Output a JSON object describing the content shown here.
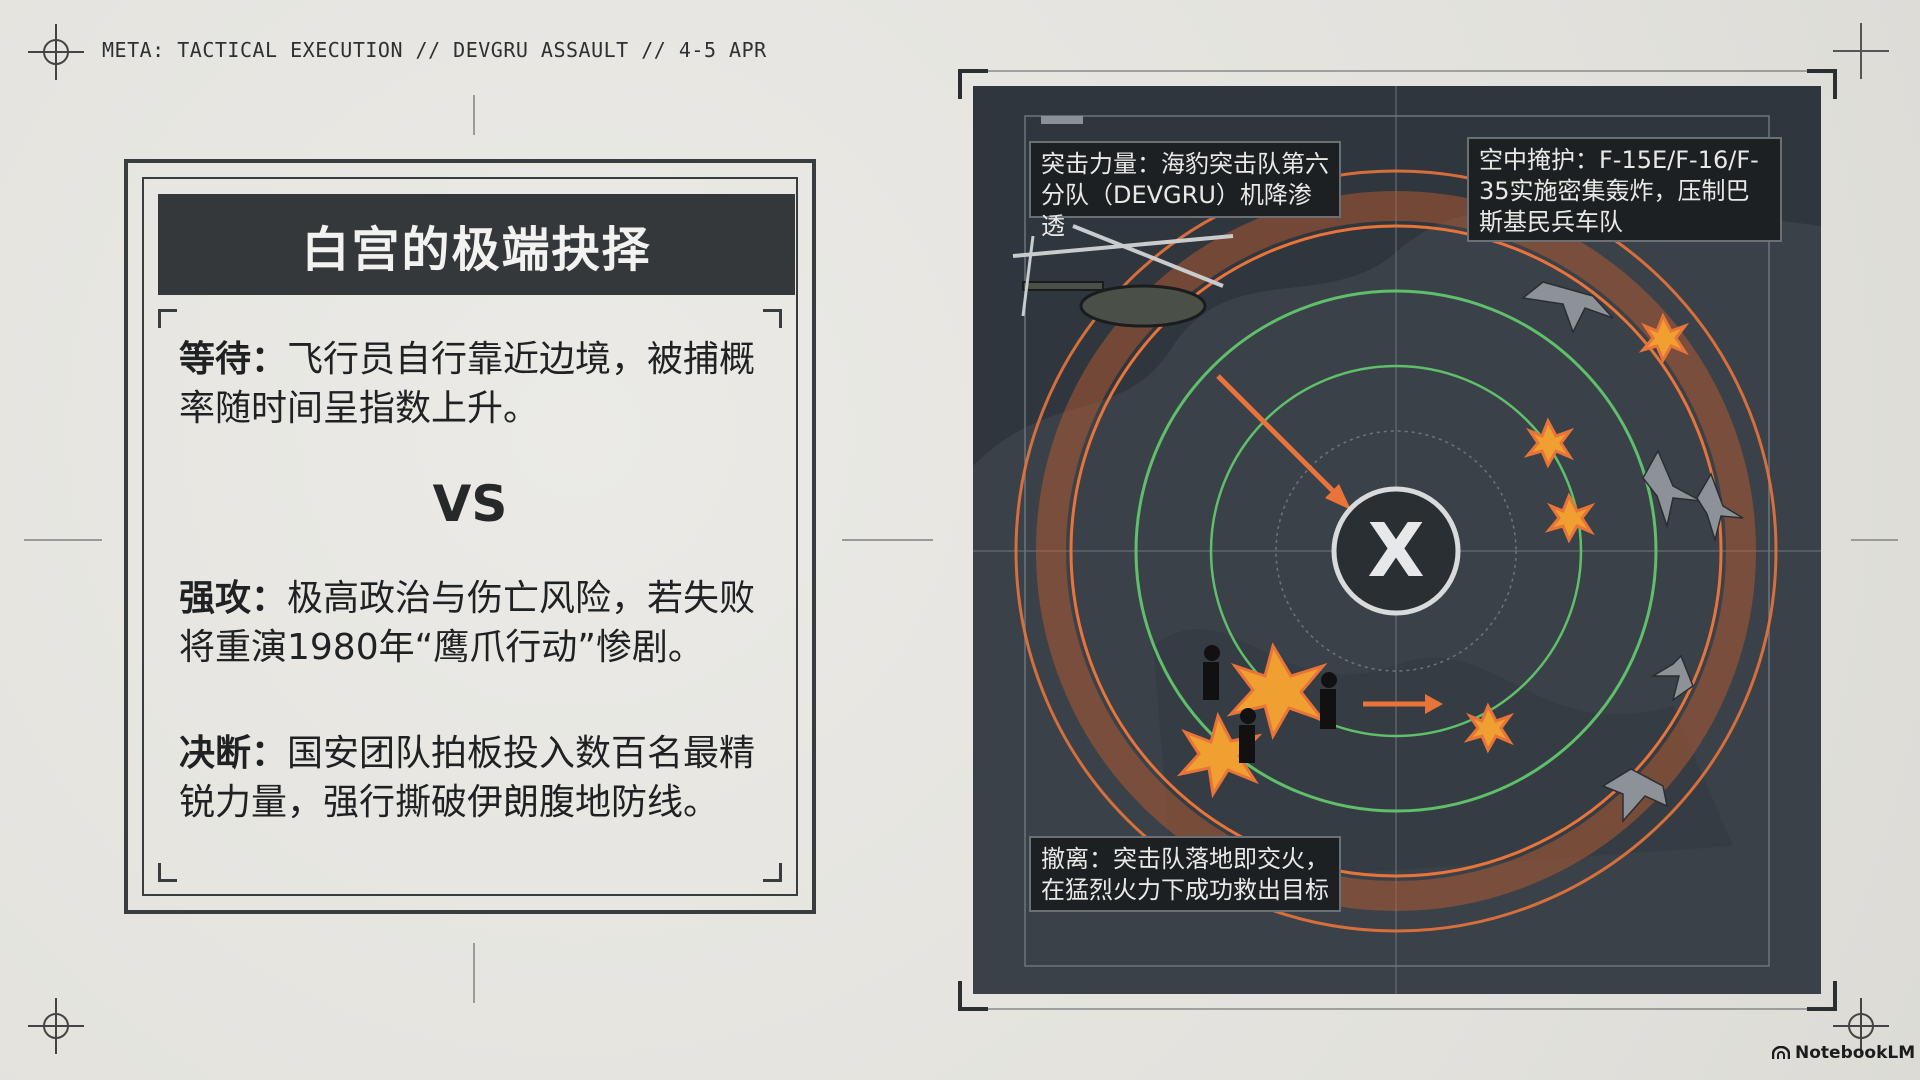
{
  "header": {
    "meta_line": "META: TACTICAL EXECUTION // DEVGRU ASSAULT // 4-5 APR"
  },
  "left_panel": {
    "title": "白宫的极端抉择",
    "options": [
      {
        "label": "等待：",
        "text": "飞行员自行靠近边境，被捕概率随时间呈指数上升。"
      },
      {
        "label": "强攻：",
        "text": "极高政治与伤亡风险，若失败将重演1980年“鹰爪行动”惨剧。"
      },
      {
        "label": "决断：",
        "text": "国安团队拍板投入数百名最精锐力量，强行撕破伊朗腹地防线。"
      }
    ],
    "vs": "VS"
  },
  "map": {
    "callouts": {
      "strike_force": "突击力量：海豹突击队第六分队（DEVGRU）机降渗透",
      "air_cover": "空中掩护：F-15E/F-16/F-35实施密集轰炸，压制巴斯基民兵车队",
      "extraction": "撤离：突击队落地即交火，在猛烈火力下成功救出目标"
    },
    "target_marker": "X",
    "colors": {
      "orange": "#e8743a",
      "green": "#5fbf6a",
      "panel": "#2f363d"
    }
  },
  "branding": {
    "logo_text": "NotebookLM"
  }
}
